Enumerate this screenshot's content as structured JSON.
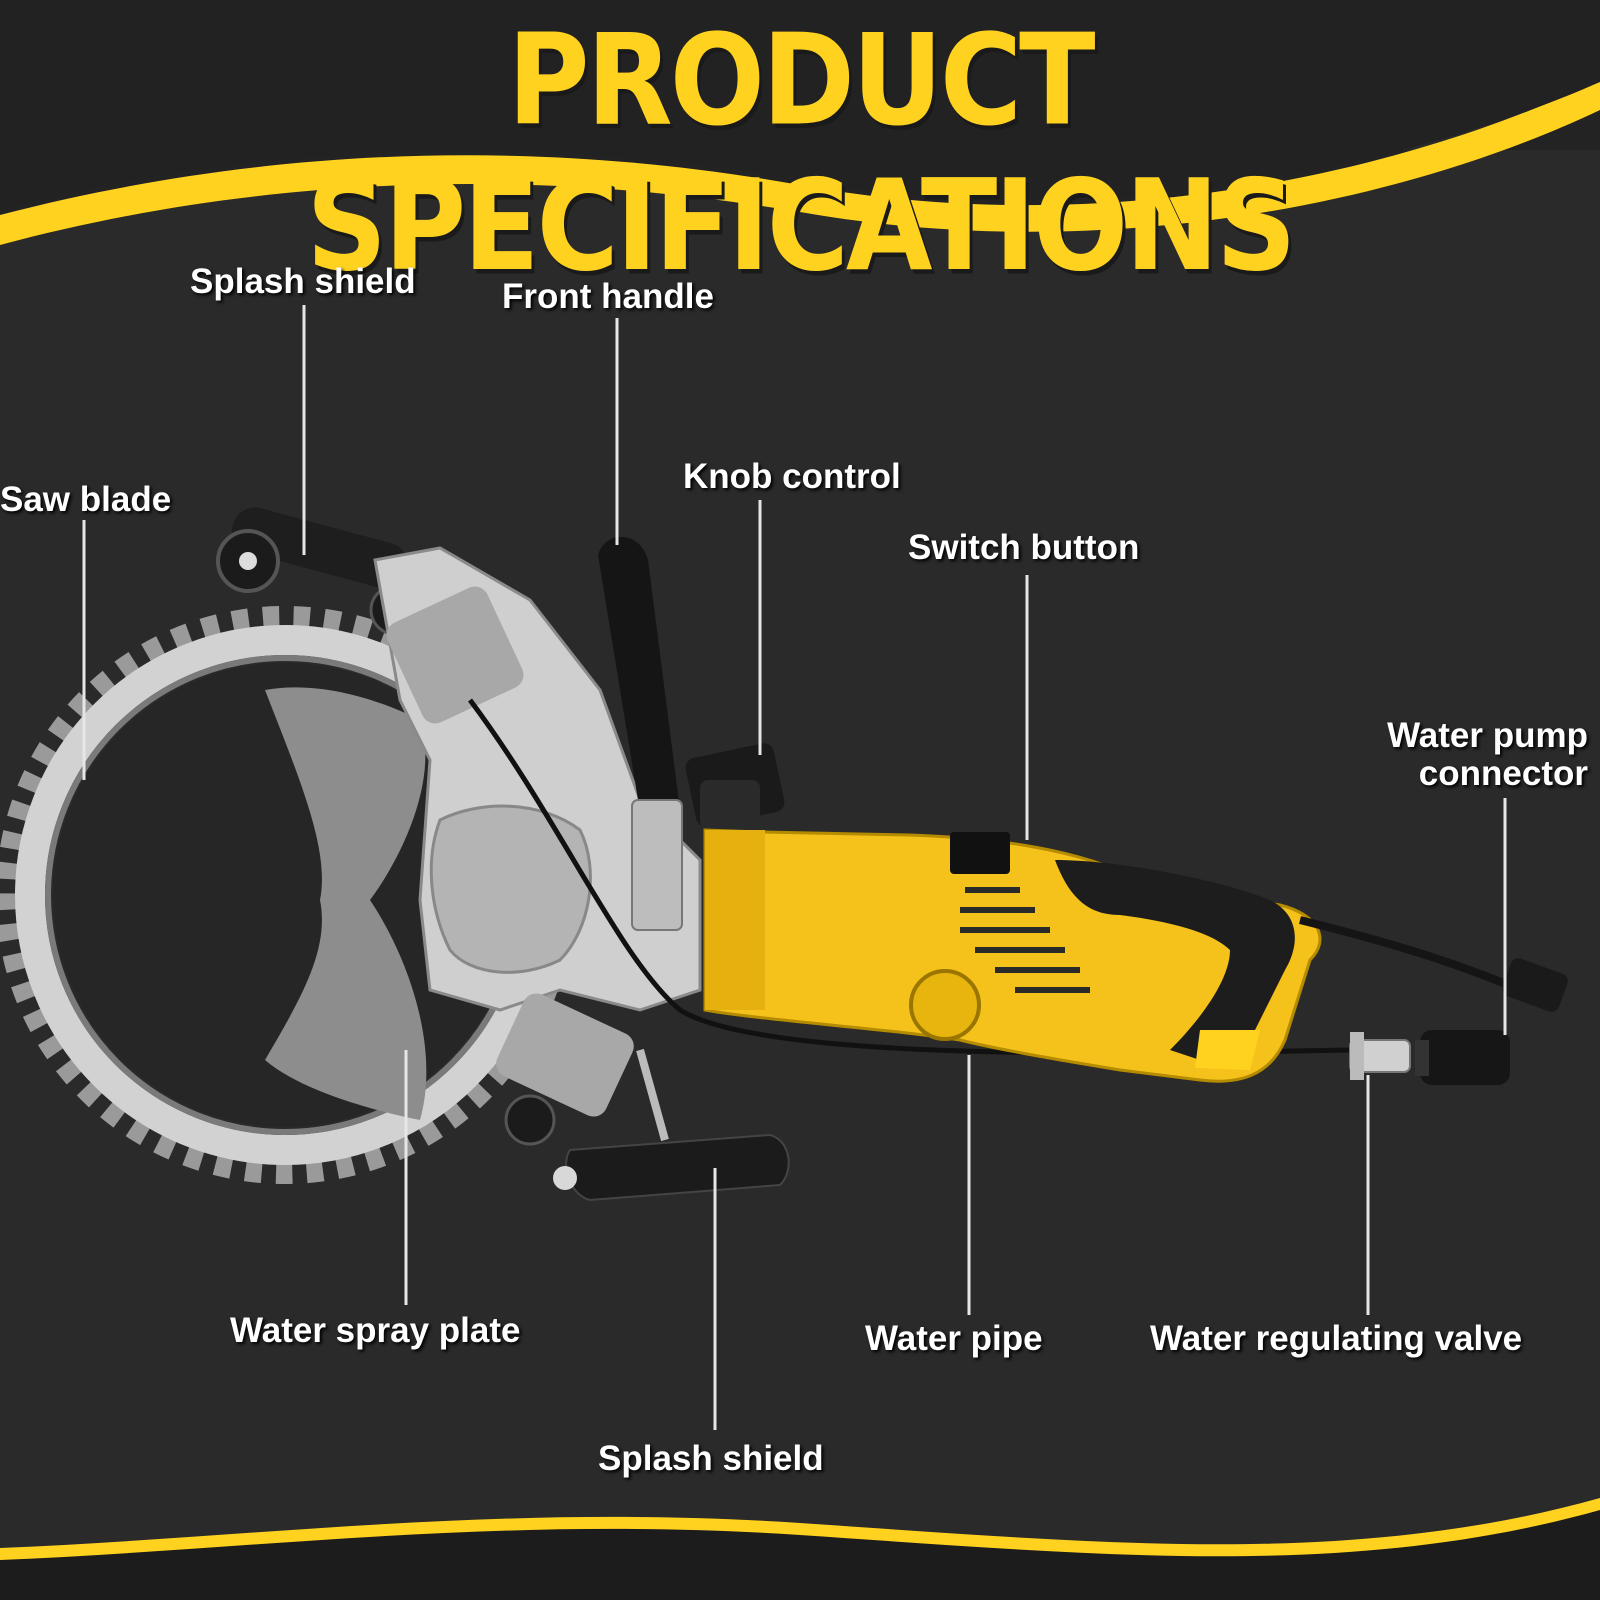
{
  "title": "PRODUCT SPECIFICATIONS",
  "colors": {
    "background": "#2a2a2a",
    "accent_yellow": "#ffd21f",
    "body_yellow": "#f4c21a",
    "metal": "#c8c8c8",
    "label_text": "#ffffff"
  },
  "labels": {
    "splash_shield_top": "Splash shield",
    "front_handle": "Front handle",
    "saw_blade": "Saw blade",
    "knob_control": "Knob control",
    "switch_button": "Switch button",
    "water_pump_connector_line1": "Water pump",
    "water_pump_connector_line2": "connector",
    "water_spray_plate": "Water spray plate",
    "water_pipe": "Water pipe",
    "water_regulating_valve": "Water regulating valve",
    "splash_shield_bottom": "Splash shield"
  }
}
